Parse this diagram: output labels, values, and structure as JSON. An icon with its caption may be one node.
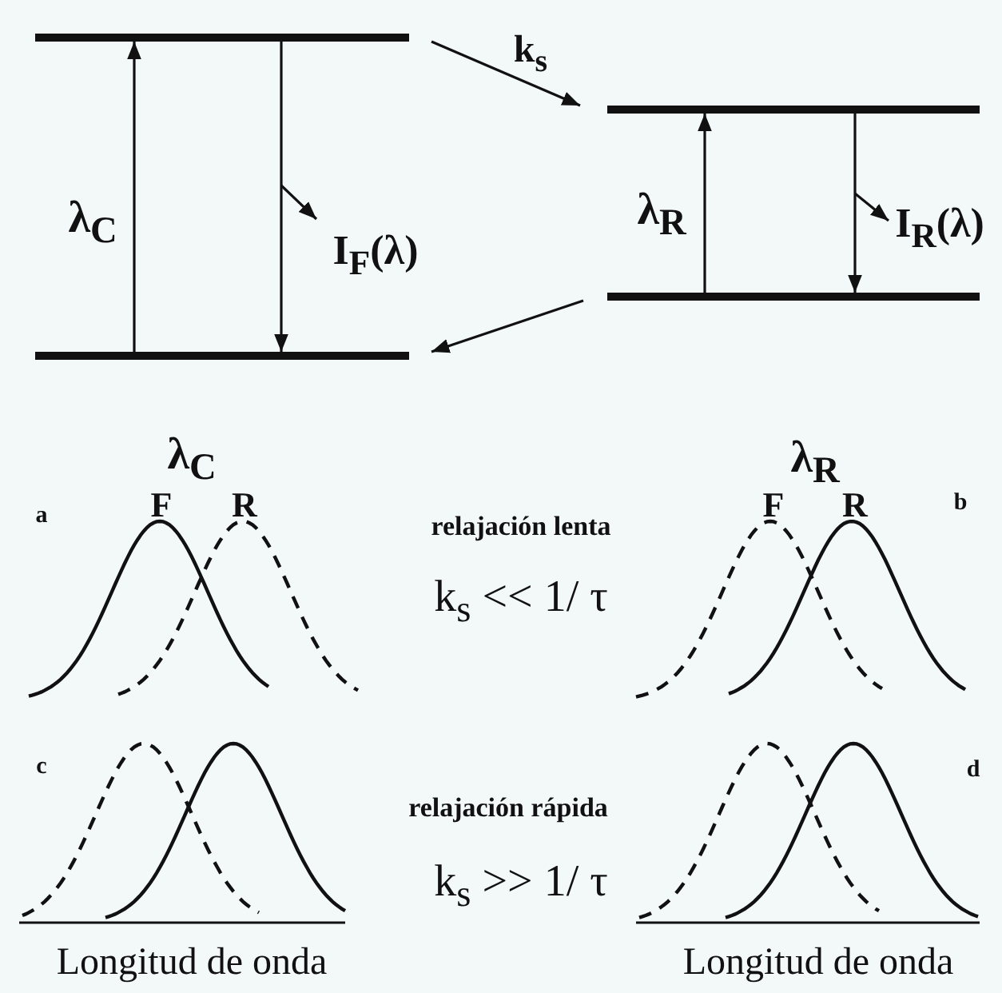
{
  "diagram": {
    "nodes": [
      {
        "text": [],
        "shape": "bar"
      },
      {
        "text": [],
        "shape": "bar"
      },
      {
        "text": [],
        "shape": "bar"
      },
      {
        "text": [],
        "shape": "bar"
      }
    ],
    "edges": [
      {
        "from": 1,
        "to": 0,
        "arrow": "to",
        "label": "λ$_{C}$"
      },
      {
        "from": 0,
        "to": 1,
        "arrow": "to",
        "label": "I$_{F}$(λ)"
      },
      {
        "from": 0,
        "to": 2,
        "arrow": "to",
        "label": "k$_{s}$"
      },
      {
        "from": 3,
        "to": 2,
        "arrow": "to",
        "label": "λ$_{R}$"
      },
      {
        "from": 2,
        "to": 3,
        "arrow": "to",
        "label": "I$_{R}$(λ)"
      },
      {
        "from": 3,
        "to": 1,
        "arrow": "to"
      }
    ],
    "labels": [
      "λ$_{C}$",
      "λ$_{R}$",
      "a",
      "F",
      "R",
      "relajación lenta",
      "F",
      "R",
      "b",
      "k$_{s}$ << 1/ τ",
      "c",
      "d",
      "relajación rápida",
      "k$_{s}$ >> 1/ τ",
      "Longitud de onda",
      "Longitud de onda"
    ]
  }
}
